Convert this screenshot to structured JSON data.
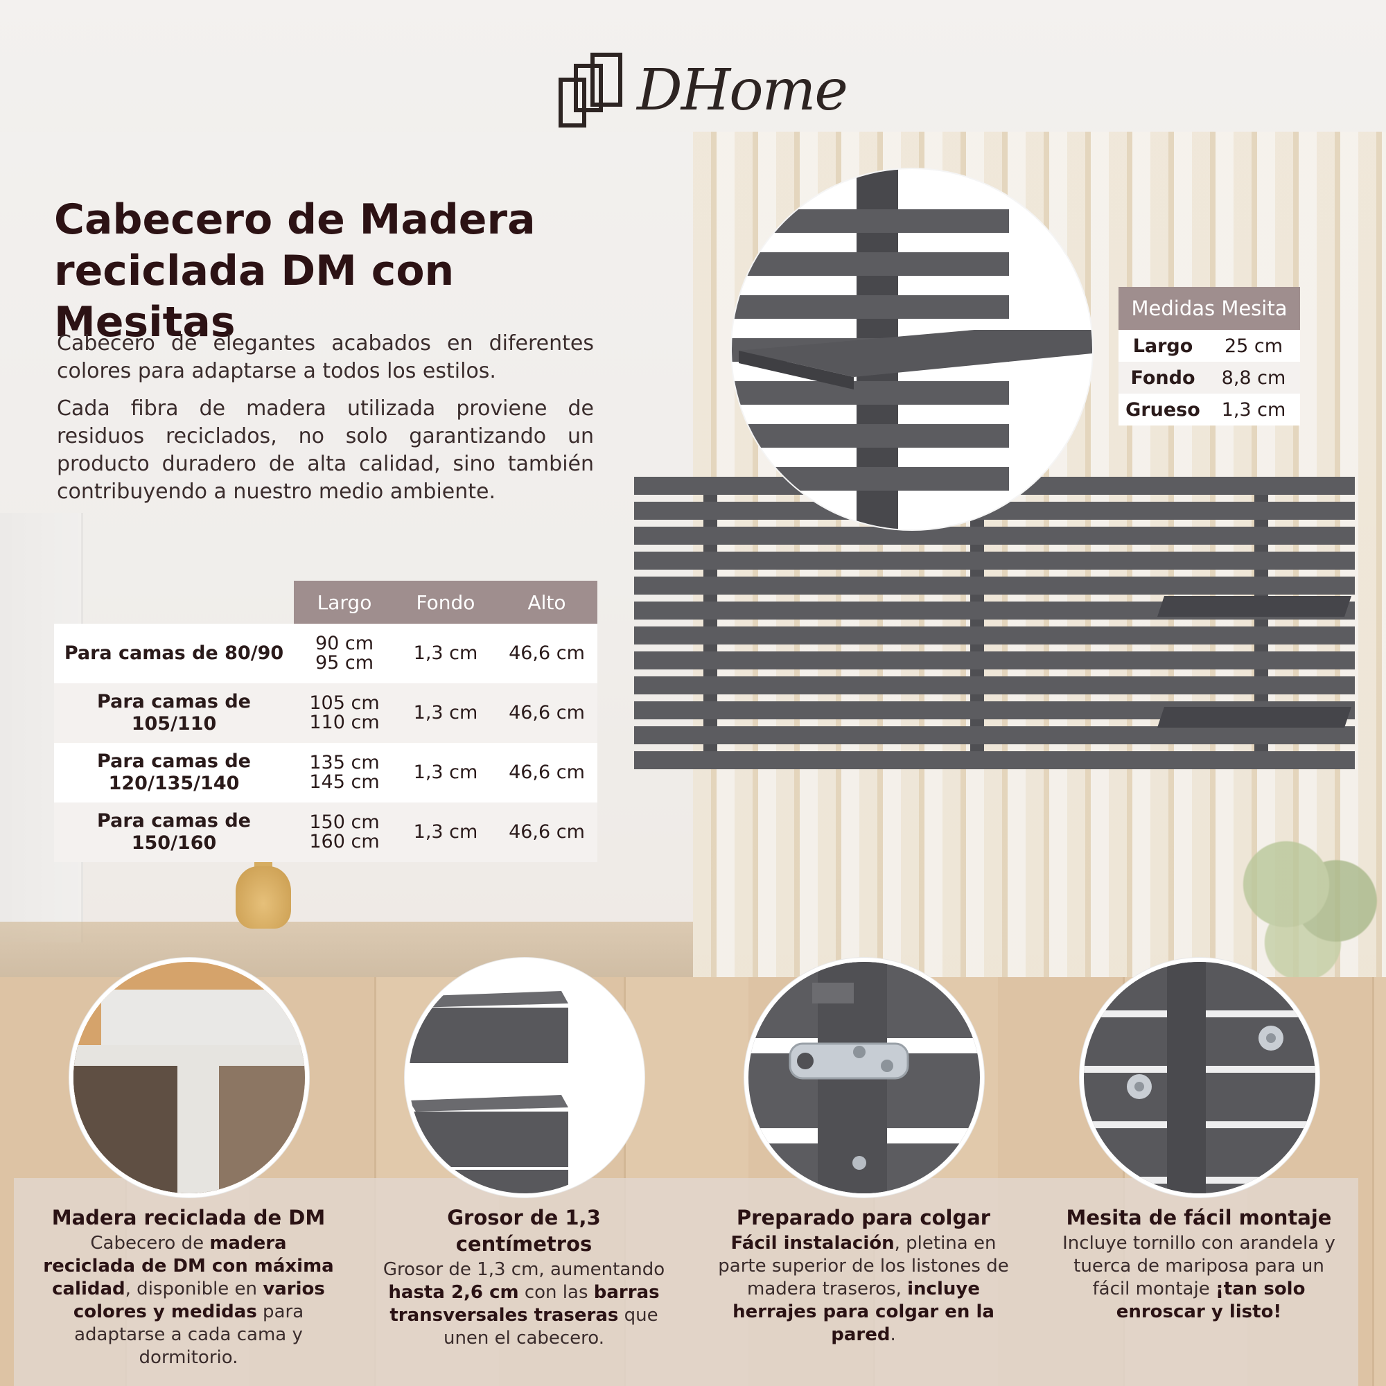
{
  "brand": {
    "name": "DHome"
  },
  "title": {
    "line1": "Cabecero de Madera",
    "line2": "reciclada DM con Mesitas"
  },
  "description": {
    "p1": "Cabecero de elegantes acabados en diferentes colores para adaptarse a todos los estilos.",
    "p2": "Cada fibra de madera utilizada proviene de residuos reciclados, no solo garantizando un producto duradero de alta calidad, sino también contribuyendo a nuestro medio ambiente."
  },
  "size_table": {
    "headers": [
      "Largo",
      "Fondo",
      "Alto"
    ],
    "rows": [
      {
        "label": "Para camas de 80/90",
        "largo1": "90 cm",
        "largo2": "95 cm",
        "fondo": "1,3 cm",
        "alto": "46,6 cm"
      },
      {
        "label": "Para camas de 105/110",
        "largo1": "105 cm",
        "largo2": "110 cm",
        "fondo": "1,3 cm",
        "alto": "46,6 cm"
      },
      {
        "label": "Para camas de 120/135/140",
        "largo1": "135 cm",
        "largo2": "145 cm",
        "fondo": "1,3 cm",
        "alto": "46,6 cm"
      },
      {
        "label": "Para camas de 150/160",
        "largo1": "150 cm",
        "largo2": "160 cm",
        "fondo": "1,3 cm",
        "alto": "46,6 cm"
      }
    ]
  },
  "mesita_table": {
    "title": "Medidas Mesita",
    "rows": [
      {
        "k": "Largo",
        "v": "25 cm"
      },
      {
        "k": "Fondo",
        "v": "8,8 cm"
      },
      {
        "k": "Grueso",
        "v": "1,3 cm"
      }
    ]
  },
  "features": [
    {
      "title": "Madera reciclada de DM",
      "parts": [
        [
          "Cabecero de ",
          false
        ],
        [
          "madera reciclada de DM con máxima calidad",
          true
        ],
        [
          ", disponible en ",
          false
        ],
        [
          "varios colores y medidas",
          true
        ],
        [
          " para adaptarse a cada cama y dormitorio.",
          false
        ]
      ]
    },
    {
      "title": "Grosor de 1,3 centímetros",
      "parts": [
        [
          "Grosor de 1,3 cm, aumentando ",
          false
        ],
        [
          "hasta 2,6 cm",
          true
        ],
        [
          " con las ",
          false
        ],
        [
          "barras transversales traseras",
          true
        ],
        [
          " que unen el cabecero.",
          false
        ]
      ]
    },
    {
      "title": "Preparado para colgar",
      "parts": [
        [
          "Fácil instalación",
          true
        ],
        [
          ", pletina en parte superior de los listones de madera traseros, ",
          false
        ],
        [
          "incluye herrajes para colgar en la pared",
          true
        ],
        [
          ".",
          false
        ]
      ]
    },
    {
      "title": "Mesita de fácil montaje",
      "parts": [
        [
          "Incluye tornillo con arandela y tuerca de mariposa para un fácil montaje ",
          false
        ],
        [
          "¡tan solo enroscar y listo!",
          true
        ]
      ]
    }
  ],
  "colors": {
    "accent": "#9f8e8e",
    "product": "#56565a",
    "title": "#2c1214"
  }
}
